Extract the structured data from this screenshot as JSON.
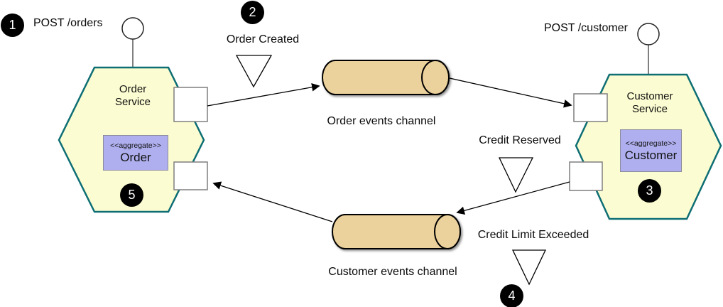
{
  "colors": {
    "hexagon_fill": "#FCFCD2",
    "hexagon_border": "#0D6E74",
    "aggregate_fill": "#AFAFEF",
    "aggregate_border": "#8C8C9C",
    "channel_fill": "#EBD19C",
    "badge_background": "#000000",
    "badge_text": "#FFFFFF"
  },
  "icons": {
    "provided_interface": "lollipop-circle-icon",
    "event_message": "open-triangle-icon",
    "port": "white-square-port",
    "channel": "cylinder-shape"
  },
  "steps": {
    "s1": "1",
    "s2": "2",
    "s3": "3",
    "s4": "4",
    "s5": "5"
  },
  "annotations": {
    "post_orders": "POST /orders",
    "post_customer": "POST /customer",
    "order_created": "Order Created",
    "credit_reserved": "Credit Reserved",
    "credit_limit_exceeded": "Credit Limit Exceeded"
  },
  "order_service": {
    "line1": "Order",
    "line2": "Service",
    "stereotype": "<<aggregate>>",
    "aggregate_name": "Order"
  },
  "customer_service": {
    "line1": "Customer",
    "line2": "Service",
    "stereotype": "<<aggregate>>",
    "aggregate_name": "Customer"
  },
  "channels": {
    "order_events": "Order events channel",
    "customer_events": "Customer events channel"
  }
}
